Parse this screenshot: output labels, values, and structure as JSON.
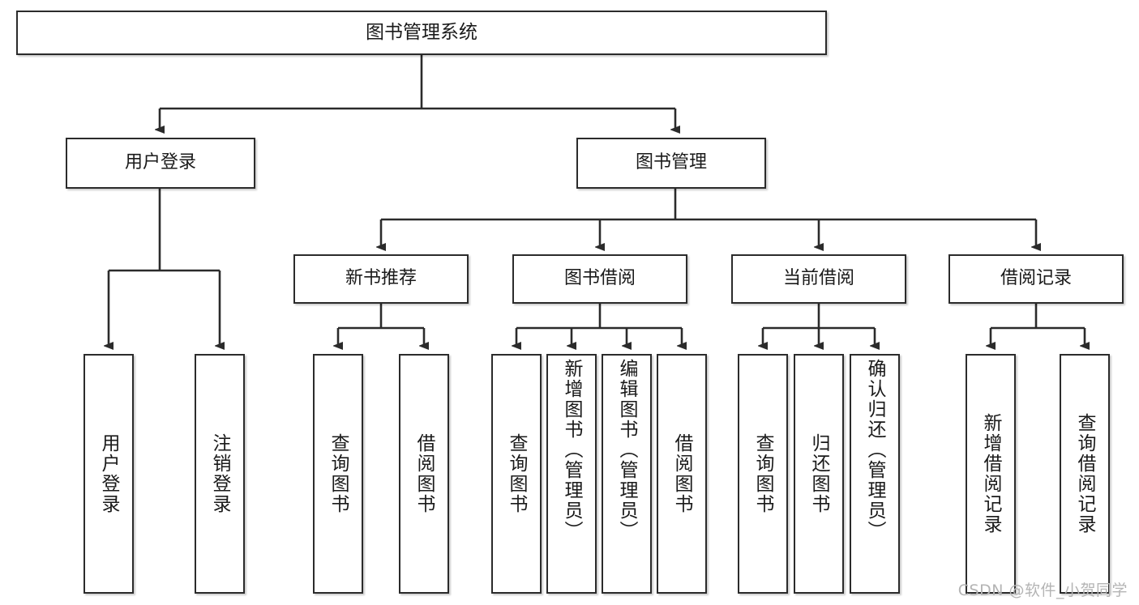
{
  "diagram": {
    "title": "图书管理系统",
    "watermark": "CSDN @软件_小贺同学",
    "colors": {
      "node_border": "#2b2b2b",
      "node_fill": "#ffffff",
      "connector": "#2b2b2b",
      "text": "#1a1a1a",
      "watermark": "#b4b4b4",
      "background": "#ffffff"
    },
    "root": {
      "label": "图书管理系统"
    },
    "level2": [
      {
        "label": "用户登录"
      },
      {
        "label": "图书管理"
      }
    ],
    "level3": [
      {
        "label": "新书推荐"
      },
      {
        "label": "图书借阅"
      },
      {
        "label": "当前借阅"
      },
      {
        "label": "借阅记录"
      }
    ],
    "leaves": {
      "user_login": [
        {
          "label": "用户登录"
        },
        {
          "label": "注销登录"
        }
      ],
      "new_book_recommend": [
        {
          "label": "查询图书"
        },
        {
          "label": "借阅图书"
        }
      ],
      "book_borrow": [
        {
          "label": "查询图书"
        },
        {
          "label": "新增图书（管理员）"
        },
        {
          "label": "编辑图书（管理员）"
        },
        {
          "label": "借阅图书"
        }
      ],
      "current_borrow": [
        {
          "label": "查询图书"
        },
        {
          "label": "归还图书"
        },
        {
          "label": "确认归还（管理员）"
        }
      ],
      "borrow_record": [
        {
          "label": "新增借阅记录"
        },
        {
          "label": "查询借阅记录"
        }
      ]
    }
  }
}
